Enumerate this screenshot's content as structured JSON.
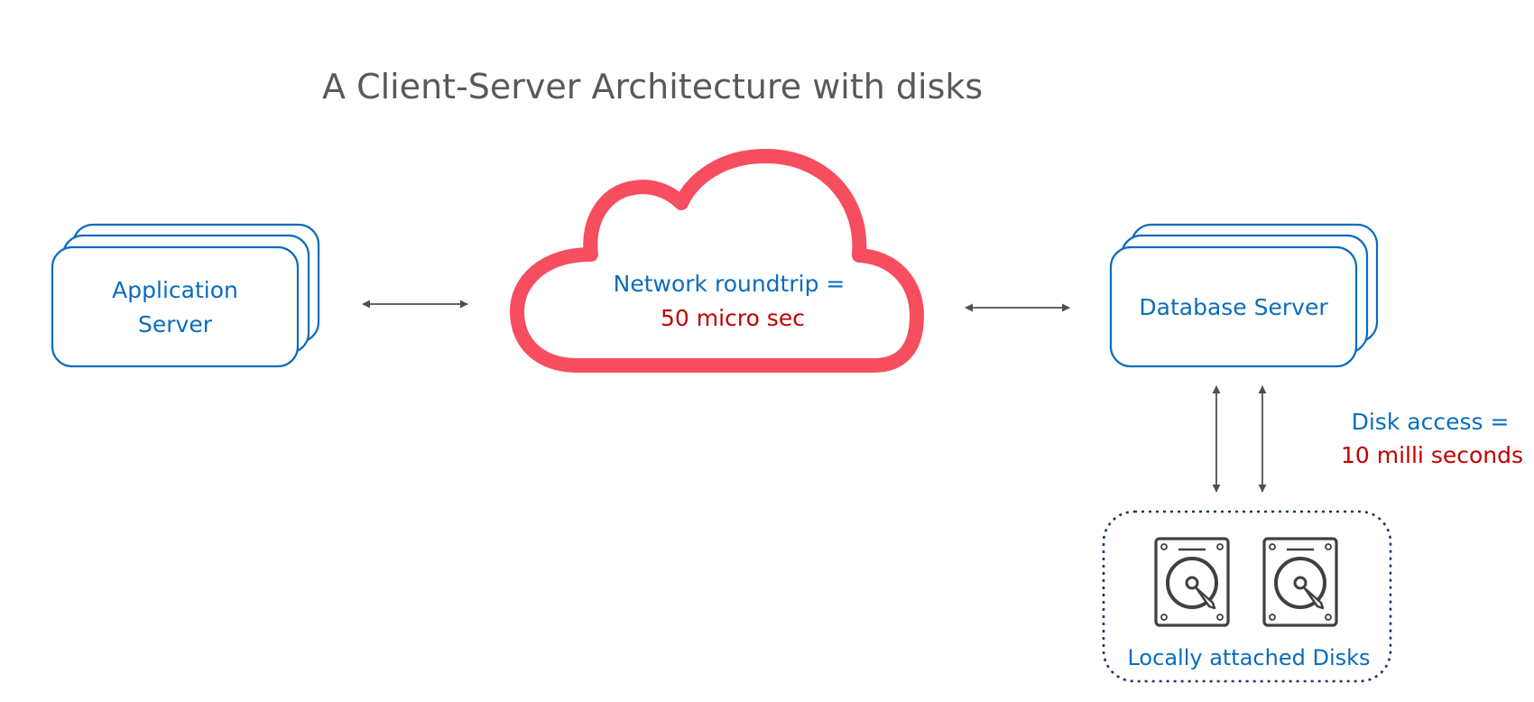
{
  "title": "A Client-Server Architecture with disks",
  "app_server": {
    "label_line1": "Application",
    "label_line2": "Server"
  },
  "network": {
    "label": "Network roundtrip =",
    "value": "50 micro sec"
  },
  "db_server": {
    "label": "Database Server"
  },
  "disk_access": {
    "label": "Disk access =",
    "value": "10 milli seconds"
  },
  "disks": {
    "label": "Locally attached Disks",
    "count": 2
  },
  "colors": {
    "server_blue": "#0b6cbd",
    "cloud_red": "#f64d5f",
    "value_red": "#c00000",
    "title_gray": "#595959",
    "arrow_gray": "#505050",
    "disk_gray": "#404040",
    "dotted_border": "#1f3864"
  },
  "icons": {
    "connector": "double-arrow-icon",
    "network": "cloud-icon",
    "disk": "hard-disk-icon"
  }
}
